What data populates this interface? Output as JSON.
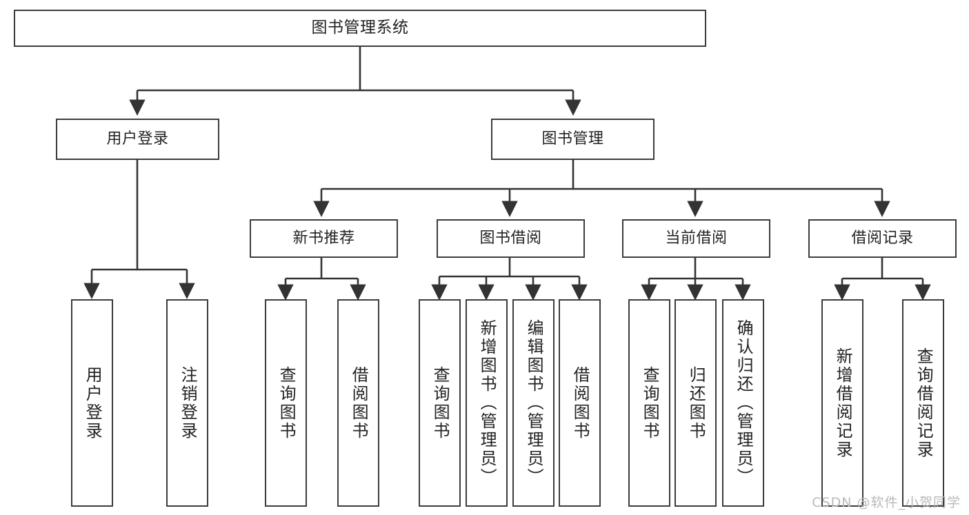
{
  "diagram": {
    "title": "图书管理系统",
    "type": "tree",
    "colors": {
      "background": "#ffffff",
      "node_border": "#3b3b3b",
      "node_fill": "#ffffff",
      "edge": "#333333",
      "text": "#222222",
      "watermark": "#b9b9b9"
    },
    "root": {
      "label": "图书管理系统"
    },
    "level1": [
      {
        "label": "用户登录"
      },
      {
        "label": "图书管理"
      }
    ],
    "level2": [
      {
        "label": "新书推荐"
      },
      {
        "label": "图书借阅"
      },
      {
        "label": "当前借阅"
      },
      {
        "label": "借阅记录"
      }
    ],
    "leaves": {
      "user_login": [
        {
          "label": "用户登录"
        },
        {
          "label": "注销登录"
        }
      ],
      "new_book": [
        {
          "label": "查询图书"
        },
        {
          "label": "借阅图书"
        }
      ],
      "book_borrow": [
        {
          "label": "查询图书"
        },
        {
          "label": "新增图书（管理员）"
        },
        {
          "label": "编辑图书（管理员）"
        },
        {
          "label": "借阅图书"
        }
      ],
      "current_borrow": [
        {
          "label": "查询图书"
        },
        {
          "label": "归还图书"
        },
        {
          "label": "确认归还（管理员）"
        }
      ],
      "borrow_record": [
        {
          "label": "新增借阅记录"
        },
        {
          "label": "查询借阅记录"
        }
      ]
    }
  },
  "watermark": {
    "text": "CSDN @软件_小贺同学"
  }
}
